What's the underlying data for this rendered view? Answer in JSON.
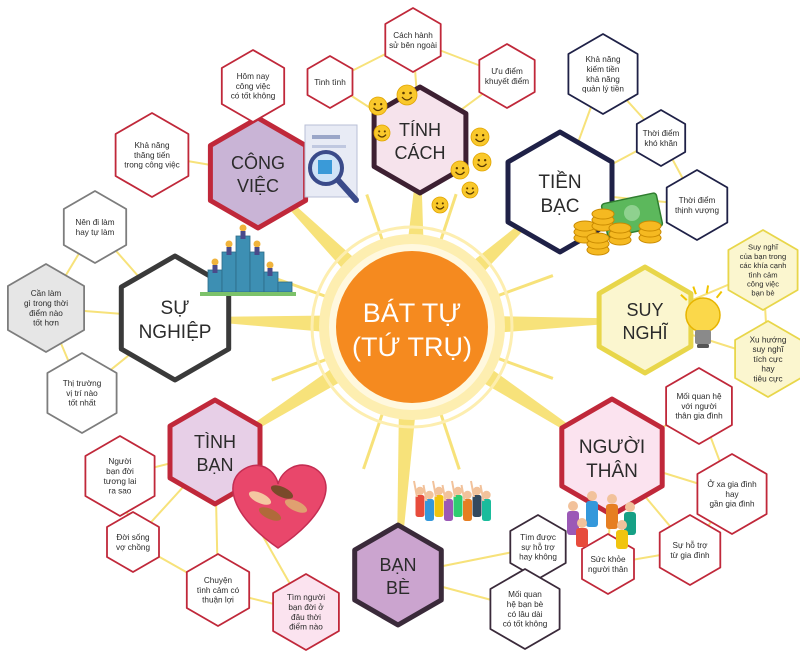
{
  "colors": {
    "ray": "#f7e27a",
    "sun_halo": "#fdeeb0",
    "center_fill": "#f58a1f",
    "center_text": "#ffffff",
    "main_border": "#2e2e4a",
    "border_grey": "#7d7d7d",
    "text_dark": "#2b2b2b"
  },
  "center": {
    "line1": "BÁT TỰ",
    "line2": "(TỨ TRỤ)"
  },
  "main_nodes": [
    {
      "id": "cong-viec",
      "line1": "CÔNG",
      "line2": "VIỆC",
      "fill": "#c9b4d6",
      "border": "#c0283a"
    },
    {
      "id": "tinh-cach",
      "line1": "TÍNH",
      "line2": "CÁCH",
      "fill": "#f6e3ec",
      "border": "#3d2032"
    },
    {
      "id": "tien-bac",
      "line1": "TIỀN",
      "line2": "BẠC",
      "fill": "#ffffff",
      "border": "#1f2147"
    },
    {
      "id": "su-nghiep",
      "line1": "SỰ",
      "line2": "NGHIỆP",
      "fill": "#ffffff",
      "border": "#3a3a3a"
    },
    {
      "id": "suy-nghi",
      "line1": "SUY",
      "line2": "NGHĨ",
      "fill": "#fbf6cf",
      "border": "#e8d64a"
    },
    {
      "id": "tinh-ban",
      "line1": "TÌNH",
      "line2": "BẠN",
      "fill": "#e7cfe7",
      "border": "#c0283a"
    },
    {
      "id": "nguoi-than",
      "line1": "NGƯỜI",
      "line2": "THÂN",
      "fill": "#fbe3ef",
      "border": "#c0283a"
    },
    {
      "id": "ban-be",
      "line1": "BẠN",
      "line2": "BÈ",
      "fill": "#cba4cf",
      "border": "#3a2a3a"
    }
  ],
  "sub_nodes": [
    {
      "lines": [
        "Cách hành",
        "sử bên ngoài"
      ],
      "fill": "#ffffff",
      "border": "#c0283a"
    },
    {
      "lines": [
        "Tinh tình"
      ],
      "fill": "#ffffff",
      "border": "#c0283a"
    },
    {
      "lines": [
        "Ưu điểm",
        "khuyết điểm"
      ],
      "fill": "#ffffff",
      "border": "#c0283a"
    },
    {
      "lines": [
        "Hôm nay",
        "công việc",
        "có tốt không"
      ],
      "fill": "#ffffff",
      "border": "#c0283a"
    },
    {
      "lines": [
        "Khả năng",
        "thăng tiến",
        "trong công việc"
      ],
      "fill": "#ffffff",
      "border": "#c0283a"
    },
    {
      "lines": [
        "Khả năng",
        "kiếm tiền",
        "khả năng",
        "quản lý tiền"
      ],
      "fill": "#ffffff",
      "border": "#1f2147"
    },
    {
      "lines": [
        "Thời điểm",
        "khó khăn"
      ],
      "fill": "#ffffff",
      "border": "#1f2147"
    },
    {
      "lines": [
        "Thời điểm",
        "thịnh vượng"
      ],
      "fill": "#ffffff",
      "border": "#1f2147"
    },
    {
      "lines": [
        "Nên đi làm",
        "hay tự làm"
      ],
      "fill": "#ffffff",
      "border": "#7d7d7d"
    },
    {
      "lines": [
        "Cần làm",
        "gì trong thời",
        "điểm nào",
        "tốt hơn"
      ],
      "fill": "#e6e6e6",
      "border": "#7d7d7d"
    },
    {
      "lines": [
        "Thị trường",
        "vị trí nào",
        "tốt nhất"
      ],
      "fill": "#ffffff",
      "border": "#7d7d7d"
    },
    {
      "lines": [
        "Suy nghĩ",
        "của bạn trong",
        "các khía cạnh",
        "tình cảm",
        "công việc",
        "bạn bè"
      ],
      "fill": "#fbf6cf",
      "border": "#e8d64a"
    },
    {
      "lines": [
        "Xu hướng",
        "suy nghĩ",
        "tích cực",
        "hay",
        "tiêu cực"
      ],
      "fill": "#fbf6cf",
      "border": "#e8d64a"
    },
    {
      "lines": [
        "Người",
        "bạn đời",
        "tương lai",
        "ra sao"
      ],
      "fill": "#ffffff",
      "border": "#c0283a"
    },
    {
      "lines": [
        "Đời sống",
        "vợ chồng"
      ],
      "fill": "#ffffff",
      "border": "#c0283a"
    },
    {
      "lines": [
        "Chuyện",
        "tình cảm có",
        "thuận lợi"
      ],
      "fill": "#ffffff",
      "border": "#c0283a"
    },
    {
      "lines": [
        "Tìm người",
        "bạn đời ở",
        "đâu thời",
        "điểm nào"
      ],
      "fill": "#fbe3ef",
      "border": "#c0283a"
    },
    {
      "lines": [
        "Mối quan hệ",
        "với người",
        "thân gia đình"
      ],
      "fill": "#ffffff",
      "border": "#c0283a"
    },
    {
      "lines": [
        "Ở xa gia đình",
        "hay",
        "gần gia đình"
      ],
      "fill": "#ffffff",
      "border": "#c0283a"
    },
    {
      "lines": [
        "Sự hỗ trợ",
        "từ gia đình"
      ],
      "fill": "#ffffff",
      "border": "#c0283a"
    },
    {
      "lines": [
        "Sức khỏe",
        "người thân"
      ],
      "fill": "#ffffff",
      "border": "#c0283a"
    },
    {
      "lines": [
        "Tìm được",
        "sự hỗ trợ",
        "hay không"
      ],
      "fill": "#ffffff",
      "border": "#3a2a3a"
    },
    {
      "lines": [
        "Mối quan",
        "hệ bạn bè",
        "có lâu dài",
        "có tốt không"
      ],
      "fill": "#ffffff",
      "border": "#3a2a3a"
    }
  ],
  "icons": [
    "smiley-icon",
    "document-magnifier-icon",
    "money-stack-icon",
    "career-climb-icon",
    "lightbulb-icon",
    "heart-hands-icon",
    "family-icon",
    "friends-group-icon"
  ]
}
